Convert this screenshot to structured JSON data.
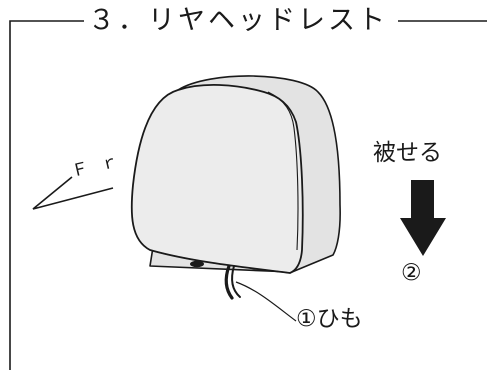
{
  "section": {
    "title": "３．リヤヘッドレスト"
  },
  "labels": {
    "front_direction": "Ｆｒ",
    "action": "被せる",
    "step_number": "②",
    "part_name": "①ひも"
  },
  "colors": {
    "line": "#1a1a1a",
    "cover_fill": "#ececec",
    "cover_inner_fill": "#e3e3e3",
    "background": "#ffffff"
  },
  "icons": {
    "arrow": "down-arrow-icon",
    "cover": "headrest-cover-illustration"
  }
}
